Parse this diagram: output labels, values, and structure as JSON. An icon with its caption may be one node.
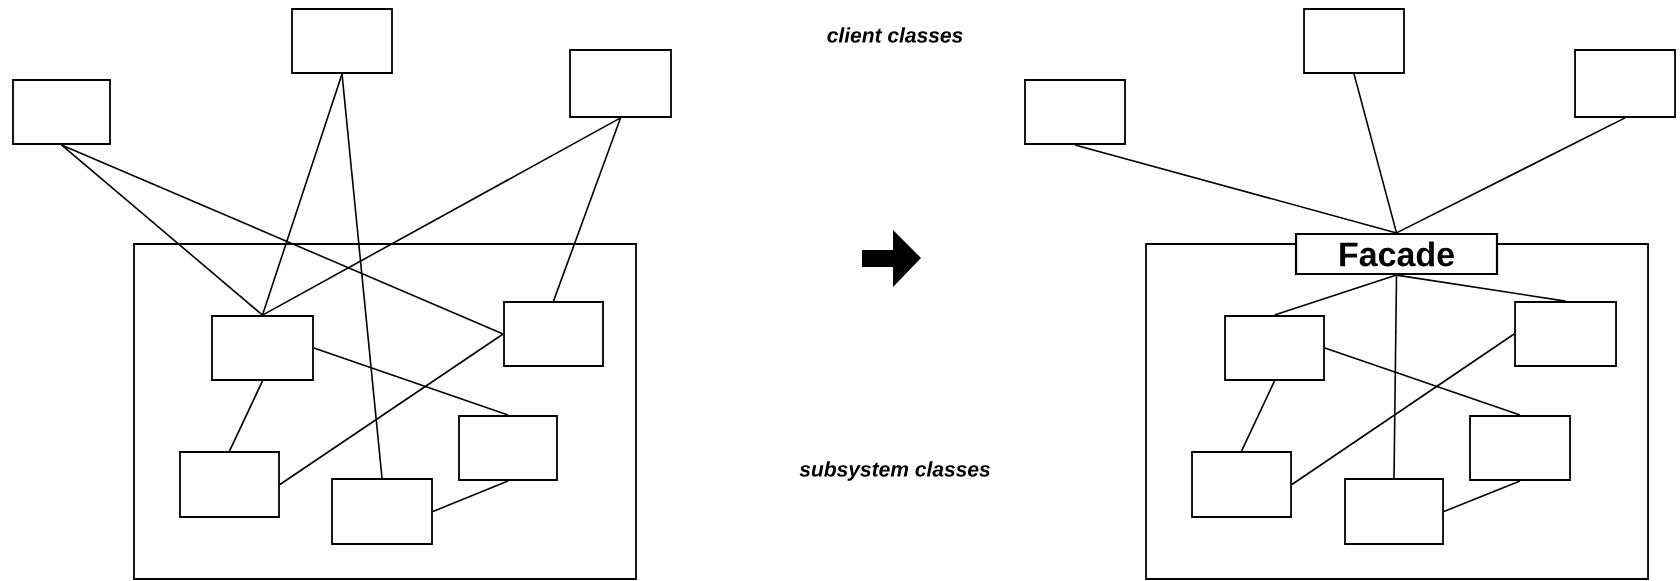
{
  "diagram": {
    "nodes": [
      {
        "text": [],
        "shape": "box"
      },
      {
        "text": [],
        "shape": "box"
      },
      {
        "text": [],
        "shape": "box"
      },
      {
        "text": [],
        "shape": "box"
      },
      {
        "text": [],
        "shape": "box",
        "in": 3
      },
      {
        "text": [],
        "shape": "box",
        "in": 3
      },
      {
        "text": [],
        "shape": "box",
        "in": 3
      },
      {
        "text": [],
        "shape": "box",
        "in": 3
      },
      {
        "text": [],
        "shape": "box",
        "in": 3
      },
      {
        "text": [],
        "shape": "box"
      },
      {
        "text": [],
        "shape": "box"
      },
      {
        "text": [],
        "shape": "box"
      },
      {
        "text": [
          "Facade"
        ]
      },
      {
        "text": [],
        "shape": "box"
      },
      {
        "text": [],
        "shape": "box",
        "in": 13
      },
      {
        "text": [],
        "shape": "box",
        "in": 13
      },
      {
        "text": [],
        "shape": "box",
        "in": 13
      },
      {
        "text": [],
        "shape": "box",
        "in": 13
      },
      {
        "text": [],
        "shape": "box",
        "in": 13
      }
    ],
    "edges": [
      {
        "from": 0,
        "to": 4,
        "arrow": "none"
      },
      {
        "from": 0,
        "to": 5,
        "arrow": "none"
      },
      {
        "from": 1,
        "to": 4,
        "arrow": "none"
      },
      {
        "from": 1,
        "to": 7,
        "arrow": "none"
      },
      {
        "from": 2,
        "to": 4,
        "arrow": "none"
      },
      {
        "from": 2,
        "to": 5,
        "arrow": "none"
      },
      {
        "from": 4,
        "to": 6,
        "arrow": "none"
      },
      {
        "from": 4,
        "to": 8,
        "arrow": "none"
      },
      {
        "from": 5,
        "to": 6,
        "arrow": "none"
      },
      {
        "from": 7,
        "to": 8,
        "arrow": "none"
      },
      {
        "from": 9,
        "to": 12,
        "arrow": "none"
      },
      {
        "from": 10,
        "to": 12,
        "arrow": "none"
      },
      {
        "from": 11,
        "to": 12,
        "arrow": "none"
      },
      {
        "from": 12,
        "to": 14,
        "arrow": "none"
      },
      {
        "from": 12,
        "to": 15,
        "arrow": "none"
      },
      {
        "from": 12,
        "to": 17,
        "arrow": "none"
      },
      {
        "from": 14,
        "to": 16,
        "arrow": "none"
      },
      {
        "from": 14,
        "to": 18,
        "arrow": "none"
      },
      {
        "from": 15,
        "to": 16,
        "arrow": "none"
      },
      {
        "from": 17,
        "to": 18,
        "arrow": "none"
      }
    ],
    "labels": [
      "client classes",
      "subsystem classes"
    ]
  }
}
